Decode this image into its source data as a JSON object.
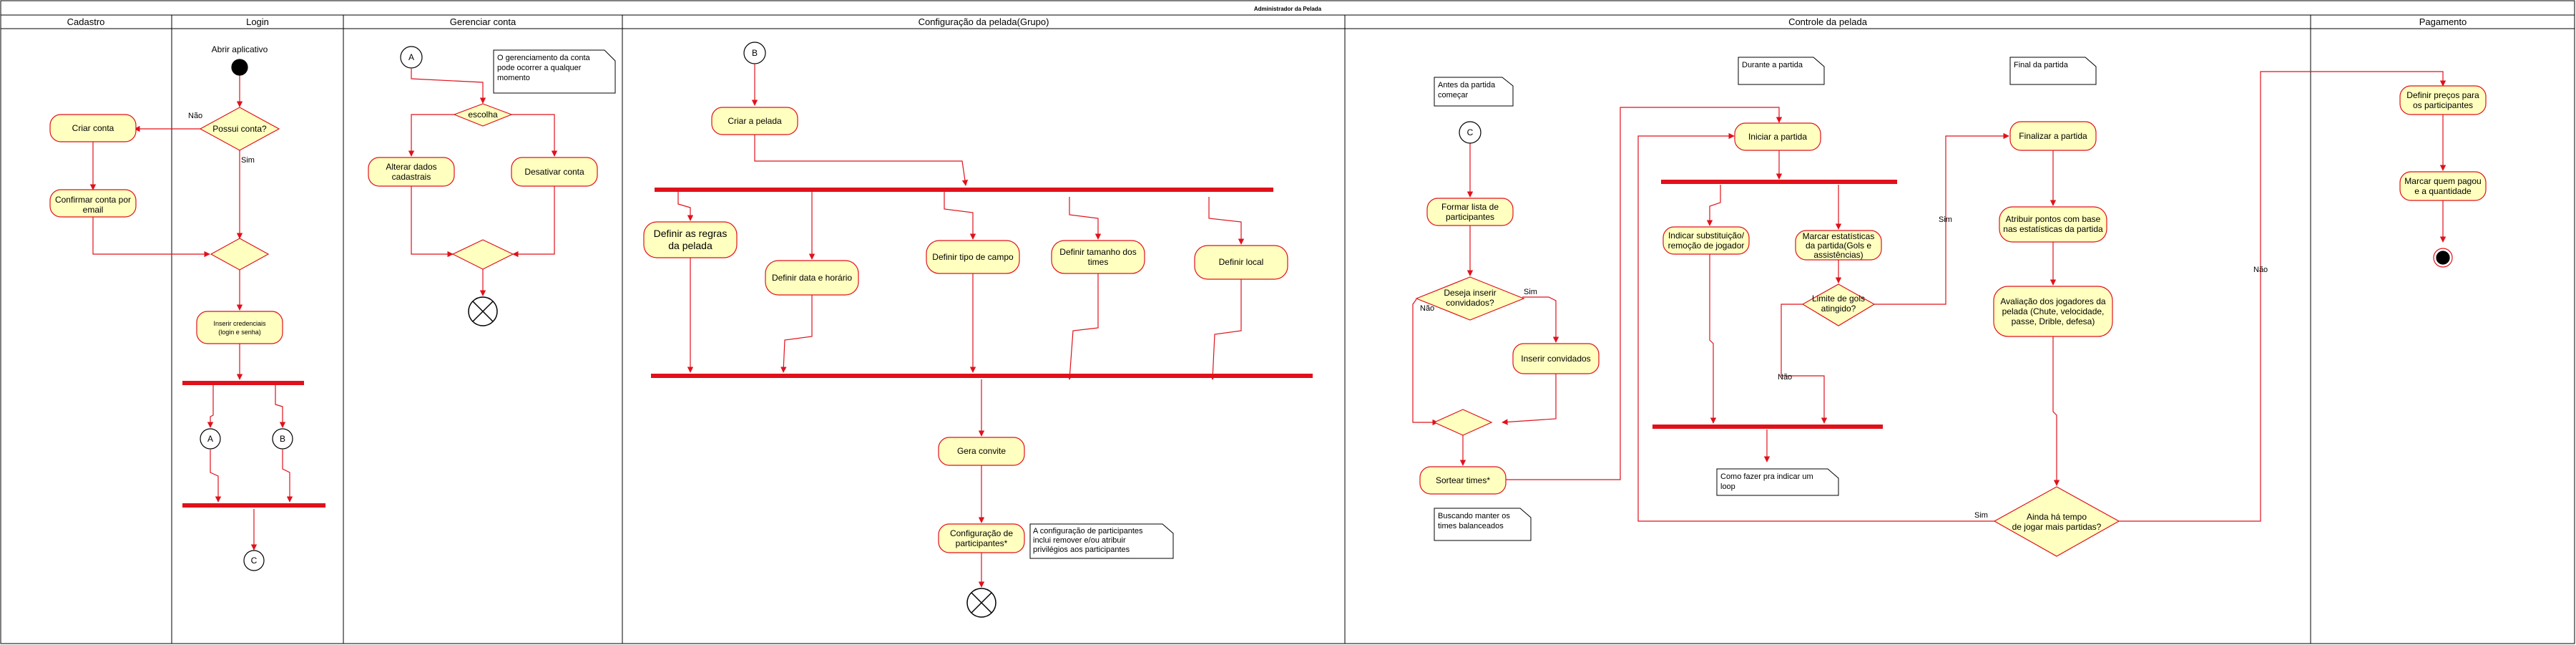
{
  "diagram": {
    "title": "Administrador da Pelada",
    "lanes": [
      "Cadastro",
      "Login",
      "Gerenciar conta",
      "Configuração da pelada(Grupo)",
      "Controle da pelada",
      "Pagamento"
    ],
    "colors": {
      "stroke": "#e0111b",
      "fill": "#ffffc0",
      "border": "#000000",
      "background": "#ffffff"
    },
    "nodes": {
      "abrir_aplicativo": "Abrir aplicativo",
      "criar_conta": "Criar conta",
      "confirmar_conta": [
        "Confirmar conta por",
        "email"
      ],
      "possui_conta": "Possui conta?",
      "inserir_credenciais": [
        "Inserir credenciais",
        "(login e senha)"
      ],
      "escolha": "escolha",
      "alterar_dados": [
        "Alterar dados",
        "cadastrais"
      ],
      "desativar_conta": "Desativar conta",
      "criar_pelada": "Criar a pelada",
      "definir_regras": [
        "Definir as regras",
        "da pelada"
      ],
      "definir_data": "Definir data e horário",
      "definir_tipo_campo": "Definir tipo de campo",
      "definir_tamanho_times": [
        "Definir tamanho dos",
        "times"
      ],
      "definir_local": "Definir local",
      "gera_convite": "Gera convite",
      "configuracao_participantes": [
        "Configuração de",
        "participantes*"
      ],
      "formar_lista": [
        "Formar lista de",
        "participantes"
      ],
      "deseja_inserir": [
        "Deseja inserir",
        "convidados?"
      ],
      "inserir_convidados": "Inserir convidados",
      "sortear_times": "Sortear times*",
      "iniciar_partida": "Iniciar a partida",
      "indicar_substituicao": [
        "Indicar substituição/",
        "remoção de jogador"
      ],
      "marcar_estatisticas": [
        "Marcar estatísticas",
        "da partida(Gols e",
        "assistências)"
      ],
      "limite_gols": [
        "Limite de gols",
        "atingido?"
      ],
      "finalizar_partida": "Finalizar a partida",
      "atribuir_pontos": [
        "Atribuir pontos com base",
        "nas estatísticas da partida"
      ],
      "avaliacao_jogadores": [
        "Avaliação dos jogadores da",
        "pelada (Chute, velocidade,",
        "passe, Drible, defesa)"
      ],
      "ainda_ha_tempo": [
        "Ainda há tempo",
        "de jogar mais partidas?"
      ],
      "definir_precos": [
        "Definir preços para",
        "os participantes"
      ],
      "marcar_quem_pagou": [
        "Marcar quem pagou",
        "e a quantidade"
      ]
    },
    "connectors": {
      "a": "A",
      "b": "B",
      "c": "C"
    },
    "edge_labels": {
      "nao": "Não",
      "sim": "Sim"
    },
    "notes": {
      "gerenciamento": [
        "O gerenciamento da conta",
        "pode ocorrer a qualquer",
        "momento"
      ],
      "config_participantes": [
        "A configuração de participantes",
        "inclui remover e/ou atribuir",
        "privilégios aos participantes"
      ],
      "antes_partida": [
        "Antes da partida",
        "começar"
      ],
      "durante_partida": "Durante a partida",
      "final_partida": "Final da partida",
      "como_fazer_loop": [
        "Como fazer pra indicar um",
        "loop"
      ],
      "buscando_manter": [
        "Buscando manter os",
        "times balanceados"
      ]
    }
  }
}
